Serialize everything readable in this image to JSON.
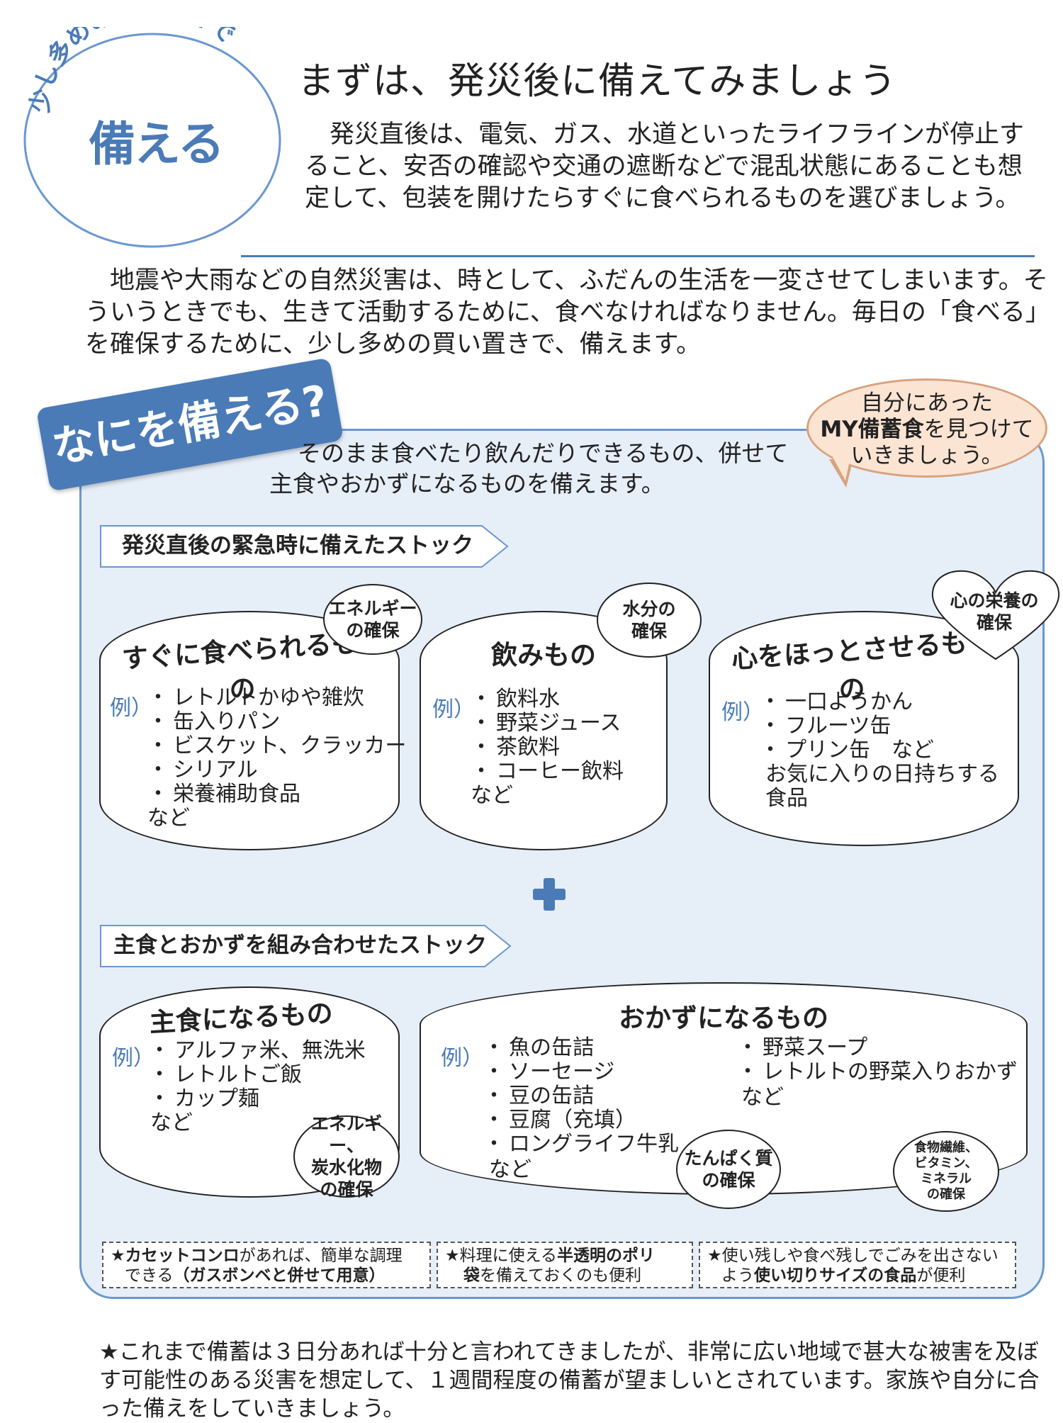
{
  "badge": {
    "arc_text": "少し多めの買い置きで",
    "main": "備える"
  },
  "heading": "まずは、発災後に備えてみましょう",
  "lead": "発災直後は、電気、ガス、水道といったライフラインが停止すること、安否の確認や交通の遮断などで混乱状態にあることも想定して、包装を開けたらすぐに食べられるものを選びましょう。",
  "intro": "地震や大雨などの自然災害は、時として、ふだんの生活を一変させてしまいます。そういうときでも、生きて活動するために、食べなければなりません。毎日の「食べる」を確保するために、少し多めの買い置きで、備えます。",
  "what_tag": "なにを備える?",
  "panel_intro": {
    "line1": "そのまま食べたり飲んだりできるもの、併せて",
    "line2": "主食やおかずになるものを備えます。"
  },
  "bubble": {
    "line1": "自分にあった",
    "line2_bold": "MY備蓄食",
    "line2_rest": "を見つけて",
    "line3": "いきましょう。"
  },
  "section1": "発災直後の緊急時に備えたストック",
  "section2": "主食とおかずを組み合わせたストック",
  "example_label": "例）",
  "cards": {
    "ready": {
      "title": "すぐに食べられるもの",
      "circle": [
        "エネルギー",
        "の確保"
      ],
      "items": [
        "レトルトかゆや雑炊",
        "缶入りパン",
        "ビスケット、クラッカー",
        "シリアル",
        "栄養補助食品"
      ],
      "suffix": "など"
    },
    "drinks": {
      "title": "飲みもの",
      "circle": [
        "水分の",
        "確保"
      ],
      "items": [
        "飲料水",
        "野菜ジュース",
        "茶飲料",
        "コーヒー飲料"
      ],
      "suffix": "など"
    },
    "comfort": {
      "title": "心をほっとさせるもの",
      "heart": [
        "心の栄養の",
        "確保"
      ],
      "items": [
        "一口ようかん",
        "フルーツ缶",
        "プリン缶　など"
      ],
      "extra": [
        "お気に入りの日持ちする",
        "食品"
      ]
    },
    "staple": {
      "title": "主食になるもの",
      "circle": [
        "エネルギー、",
        "炭水化物",
        "の確保"
      ],
      "items": [
        "アルファ米、無洗米",
        "レトルトご飯",
        "カップ麺"
      ],
      "suffix": "など"
    },
    "sides": {
      "title": "おかずになるもの",
      "items_left": [
        "魚の缶詰",
        "ソーセージ",
        "豆の缶詰",
        "豆腐（充填）",
        "ロングライフ牛乳"
      ],
      "suffix_left": "など",
      "items_right": [
        "野菜スープ",
        "レトルトの野菜入りおかず"
      ],
      "suffix_right": "など",
      "circle_protein": [
        "たんぱく質",
        "の確保"
      ],
      "circle_fiber": [
        "食物繊維、",
        "ビタミン、",
        "ミネラル",
        "の確保"
      ]
    }
  },
  "tips": [
    {
      "a": "★",
      "b": "カセットコンロ",
      "c": "があれば、簡単な調理",
      "d": "できる",
      "e": "（ガスボンベと併せて用意）"
    },
    {
      "a": "★料理に使える",
      "b": "半透明のポリ",
      "c": "",
      "d": "",
      "e": "袋",
      "f": "を備えておくのも便利"
    },
    {
      "a": "★使い残しや食べ残しでごみを出さない",
      "d": "よう",
      "e": "使い切りサイズの食品",
      "f": "が便利"
    }
  ],
  "footer": "★これまで備蓄は３日分あれば十分と言われてきましたが、非常に広い地域で甚大な被害を及ぼす可能性のある災害を想定して、１週間程度の備蓄が望ましいとされています。家族や自分に合った備えをしていきましょう。",
  "colors": {
    "accent": "#4a7bb7",
    "panel_bg": "#e6eef8",
    "bubble_bg": "#fce4d3"
  }
}
